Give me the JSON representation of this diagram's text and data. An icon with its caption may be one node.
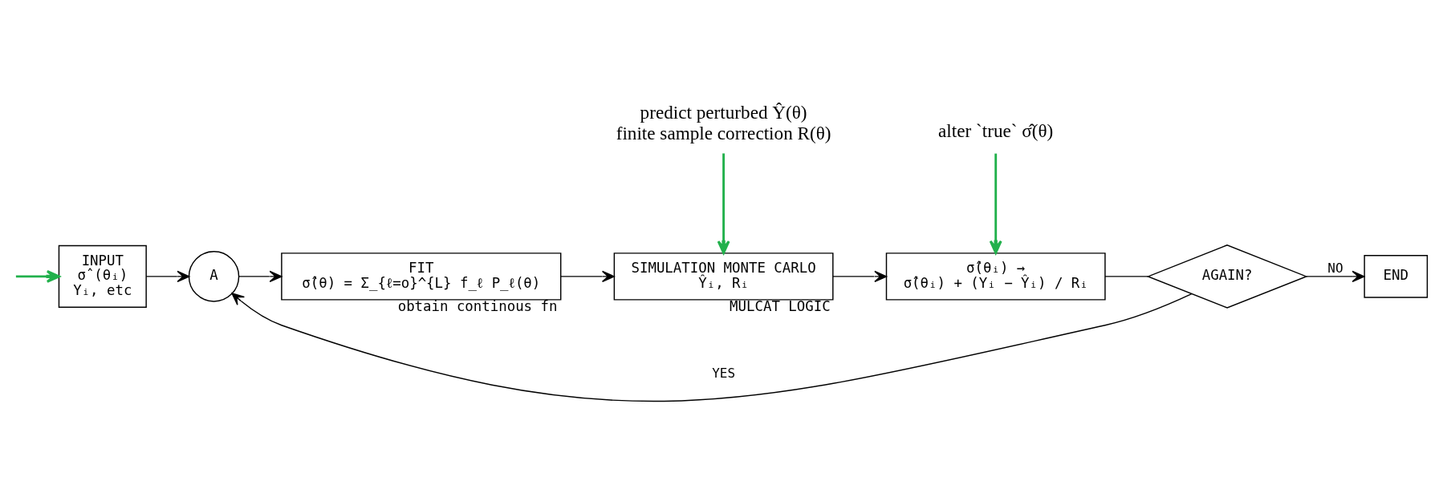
{
  "diagram": {
    "nodes": [
      {
        "text": [
          "INPUT",
          "σ̂ (θᵢ)",
          "Yᵢ, etc"
        ]
      },
      {
        "text": [
          "A"
        ]
      },
      {
        "text": [
          "FIT",
          "σ̂(θ) = Σ_{ℓ=o}^{L} f_ℓ P_ℓ(θ)"
        ],
        "beside": [
          "obtain continous fn"
        ]
      },
      {
        "text": [
          "SIMULATION MONTE CARLO",
          "Ŷᵢ, Rᵢ"
        ],
        "beside": [
          "MULCAT LOGIC"
        ]
      },
      {
        "text": [
          "σ̂(θᵢ) →",
          "σ̂(θᵢ) + (Yᵢ − Ŷᵢ) / Rᵢ"
        ]
      },
      {
        "text": [
          "AGAIN?"
        ]
      },
      {
        "text": [
          "END"
        ]
      },
      {
        "text": [
          "predict perturbed Ŷ(θ)",
          "finite sample correction R(θ)"
        ]
      },
      {
        "text": [
          "alter `true` σ̂(θ)"
        ]
      }
    ],
    "edges": [
      {
        "from": 0,
        "to": 1,
        "arrow": "to"
      },
      {
        "from": 1,
        "to": 2,
        "arrow": "to"
      },
      {
        "from": 2,
        "to": 3,
        "arrow": "to"
      },
      {
        "from": 3,
        "to": 4,
        "arrow": "to"
      },
      {
        "from": 4,
        "to": 5,
        "arrow": "none"
      },
      {
        "from": 5,
        "to": 6,
        "arrow": "to",
        "label": "NO"
      },
      {
        "from": 5,
        "to": 1,
        "arrow": "to",
        "label": "YES"
      },
      {
        "from": 7,
        "to": 3,
        "arrow": "to",
        "color": "#22b14c"
      },
      {
        "from": 8,
        "to": 4,
        "arrow": "to",
        "color": "#22b14c"
      },
      {
        "from": null,
        "to": 0,
        "arrow": "to",
        "color": "#22b14c"
      }
    ]
  }
}
